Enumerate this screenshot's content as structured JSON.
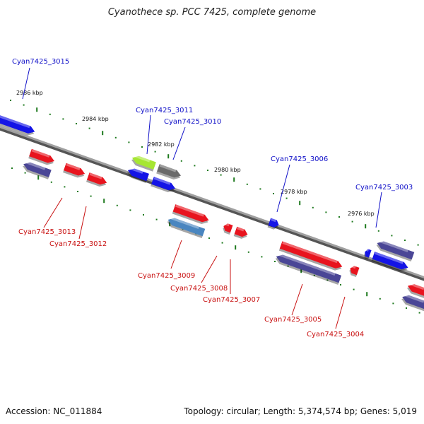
{
  "title": "Cyanothece sp. PCC 7425, complete genome",
  "footer": {
    "accession": "Accession: NC_011884",
    "topology": "Topology: circular; Length: 5,374,574 bp; Genes: 5,019"
  },
  "ruler_labels": [
    "2986 kbp",
    "2984 kbp",
    "2982 kbp",
    "2980 kbp",
    "2978 kbp",
    "2976 kbp"
  ],
  "gene_labels_top": [
    "Cyan7425_3015",
    "Cyan7425_3011",
    "Cyan7425_3010",
    "Cyan7425_3006",
    "Cyan7425_3003"
  ],
  "gene_labels_bottom": [
    "Cyan7425_3013",
    "Cyan7425_3012",
    "Cyan7425_3009",
    "Cyan7425_3008",
    "Cyan7425_3007",
    "Cyan7425_3005",
    "Cyan7425_3004"
  ],
  "colors": {
    "backbone": "#8a8a8a",
    "tick": "#1e7a1e",
    "label_top": "#1010c8",
    "label_bottom": "#c81010",
    "gene_red": "#e8141e",
    "gene_blue": "#1414e6",
    "gene_purple": "#4a4696",
    "gene_steel": "#4a86c0",
    "gene_lime": "#a6e632",
    "gene_gray": "#6a6a6a"
  }
}
